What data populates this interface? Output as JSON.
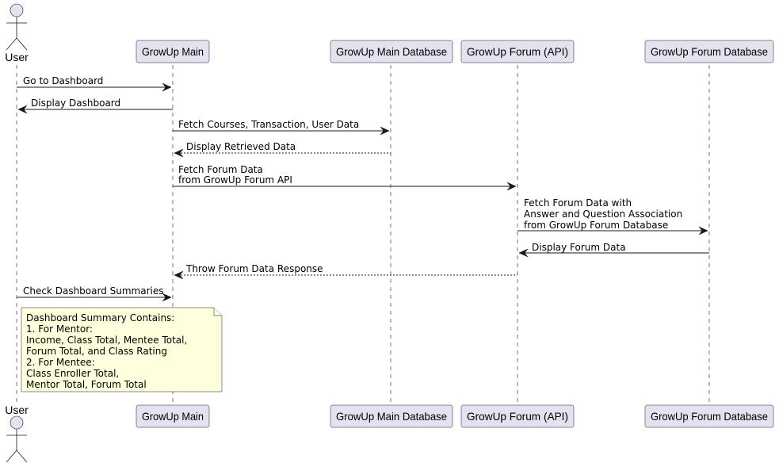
{
  "actors": [
    {
      "id": "user",
      "label": "User"
    }
  ],
  "participants": [
    {
      "id": "main",
      "label": "GrowUp Main"
    },
    {
      "id": "main_db",
      "label": "GrowUp Main Database"
    },
    {
      "id": "forum_api",
      "label": "GrowUp Forum (API)"
    },
    {
      "id": "forum_db",
      "label": "GrowUp Forum Database"
    }
  ],
  "messages": [
    {
      "from": "user",
      "to": "main",
      "style": "solid",
      "lines": [
        "Go to Dashboard"
      ]
    },
    {
      "from": "main",
      "to": "user",
      "style": "solid",
      "lines": [
        "Display Dashboard"
      ]
    },
    {
      "from": "main",
      "to": "main_db",
      "style": "solid",
      "lines": [
        "Fetch Courses, Transaction, User Data"
      ]
    },
    {
      "from": "main_db",
      "to": "main",
      "style": "dotted",
      "lines": [
        "Display Retrieved Data"
      ]
    },
    {
      "from": "main",
      "to": "forum_api",
      "style": "solid",
      "lines": [
        "Fetch Forum Data",
        "from GrowUp Forum API"
      ]
    },
    {
      "from": "forum_api",
      "to": "forum_db",
      "style": "solid",
      "lines": [
        "Fetch Forum Data with",
        "Answer and Question Association",
        "from GrowUp Forum Database"
      ]
    },
    {
      "from": "forum_db",
      "to": "forum_api",
      "style": "solid",
      "lines": [
        "Display Forum Data"
      ]
    },
    {
      "from": "forum_api",
      "to": "main",
      "style": "dotted",
      "lines": [
        "Throw Forum Data Response"
      ]
    },
    {
      "from": "user",
      "to": "main",
      "style": "solid",
      "lines": [
        "Check Dashboard Summaries"
      ]
    }
  ],
  "note": {
    "lines": [
      "Dashboard Summary Contains:",
      "1. For Mentor:",
      "Income, Class Total, Mentee Total,",
      "Forum Total, and Class Rating",
      "2. For Mentee:",
      "Class Enroller Total,",
      "Mentor Total, Forum Total"
    ]
  }
}
